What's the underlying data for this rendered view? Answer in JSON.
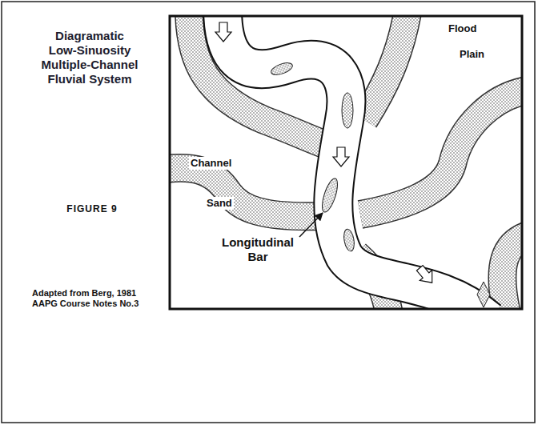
{
  "diagram": {
    "title": "Diagramatic Low-Sinuosity Multiple-Channel Fluvial System",
    "caption": "Adapted from Berg, 1981 AAPG Course Notes No.3",
    "labels": [
      "FIGURE 9",
      "Flood",
      "Plain",
      "Channel",
      "Sand",
      "Longitudinal Bar"
    ]
  }
}
